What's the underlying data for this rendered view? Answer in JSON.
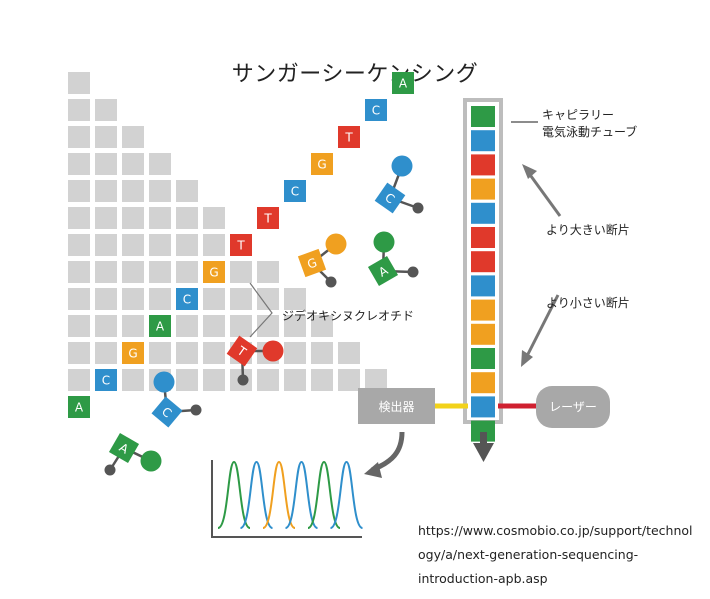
{
  "title": "サンガーシーケンシング",
  "labels": {
    "capillary_line1": "キャピラリー",
    "capillary_line2": "電気泳動チューブ",
    "larger": "より大きい断片",
    "smaller": "より小さい断片",
    "ddntp": "ジデオキシヌクレオチド",
    "detector": "検出器",
    "laser": "レーザー"
  },
  "url_lines": [
    "https://www.cosmobio.co.jp/support/technol",
    "ogy/a/next-generation-sequencing-",
    "introduction-apb.asp"
  ],
  "colors": {
    "A": "#2e9a46",
    "C": "#2f8fcc",
    "G": "#f0a020",
    "T": "#e0392b",
    "grid": "#d2d2d2",
    "gray": "#a8a8a8",
    "dark": "#555555",
    "yellow": "#f2d21a"
  },
  "ladder": [
    "A",
    "C",
    "G",
    "A",
    "C",
    "G",
    "T",
    "T",
    "C",
    "G",
    "T",
    "C",
    "A"
  ],
  "capillary": [
    "A",
    "C",
    "T",
    "G",
    "C",
    "T",
    "T",
    "C",
    "G",
    "G",
    "A",
    "G",
    "C",
    "A"
  ],
  "nucleotides": [
    {
      "base": "C",
      "in_grid": "false"
    },
    {
      "base": "G",
      "in_grid": "false"
    },
    {
      "base": "A",
      "in_grid": "false"
    },
    {
      "base": "T",
      "in_grid": "false"
    },
    {
      "base": "C",
      "in_grid": "false"
    },
    {
      "base": "A",
      "in_grid": "false"
    }
  ],
  "trace_peaks": [
    "A",
    "C",
    "G",
    "C",
    "A",
    "C"
  ]
}
